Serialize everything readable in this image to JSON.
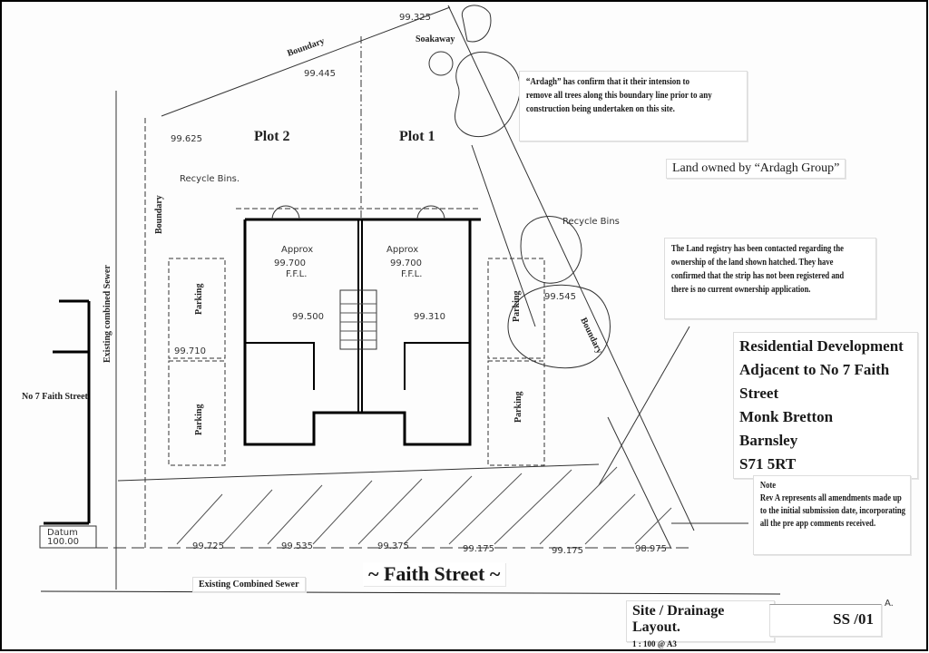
{
  "site": {
    "soakaway": "Soakaway",
    "boundary_top": "Boundary",
    "boundary_left": "Boundary",
    "boundary_right": "Boundary",
    "plot2": "Plot 2",
    "plot1": "Plot 1",
    "recycle_bins_left": "Recycle Bins.",
    "recycle_bins_right": "Recycle Bins",
    "existing_sewer_vertical": "Existing combined Sewer",
    "existing_sewer_horizontal": "Existing Combined Sewer",
    "no7": "No 7 Faith Street",
    "datum_label": "Datum",
    "datum_value": "100.00",
    "parking": [
      "Parking",
      "Parking",
      "Parking",
      "Parking"
    ],
    "street": "~ Faith Street ~"
  },
  "levels": {
    "soakaway_top": "99.325",
    "boundary_top": "99.445",
    "plot2_rear": "99.625",
    "left_parking": "99.710",
    "right_tree": "99.545",
    "plot2_inside": "99.500",
    "plot1_inside": "99.310",
    "ffl_approx": "Approx",
    "ffl_plot2": "99.700",
    "ffl_plot1": "99.700",
    "ffl_label": "F.F.L.",
    "road": [
      "99.725",
      "99.535",
      "99.375",
      "99.175",
      "99.175",
      "98.975"
    ]
  },
  "notes": {
    "ardagh_trees": "“Ardagh” has confirm that it their intension to remove all trees along this boundary line prior to any construction being undertaken on this site.",
    "land_owned": "Land owned by “Ardagh Group”",
    "land_registry": "The Land registry has been contacted regarding the ownership of the land shown hatched. They have confirmed that the strip has not been registered and there is no current ownership application.",
    "rev_note_title": "Note",
    "rev_note": "Rev A represents all amendments made up to the initial submission date, incorporating all the pre app comments received."
  },
  "title_block": {
    "address": [
      "Residential Development",
      "Adjacent to No 7 Faith Street",
      "Monk Bretton",
      "Barnsley",
      "S71 5RT"
    ],
    "drawing_title": "Site / Drainage Layout.",
    "scale": "1 : 100 @ A3",
    "drawing_no": "SS /01",
    "revision": "A."
  }
}
